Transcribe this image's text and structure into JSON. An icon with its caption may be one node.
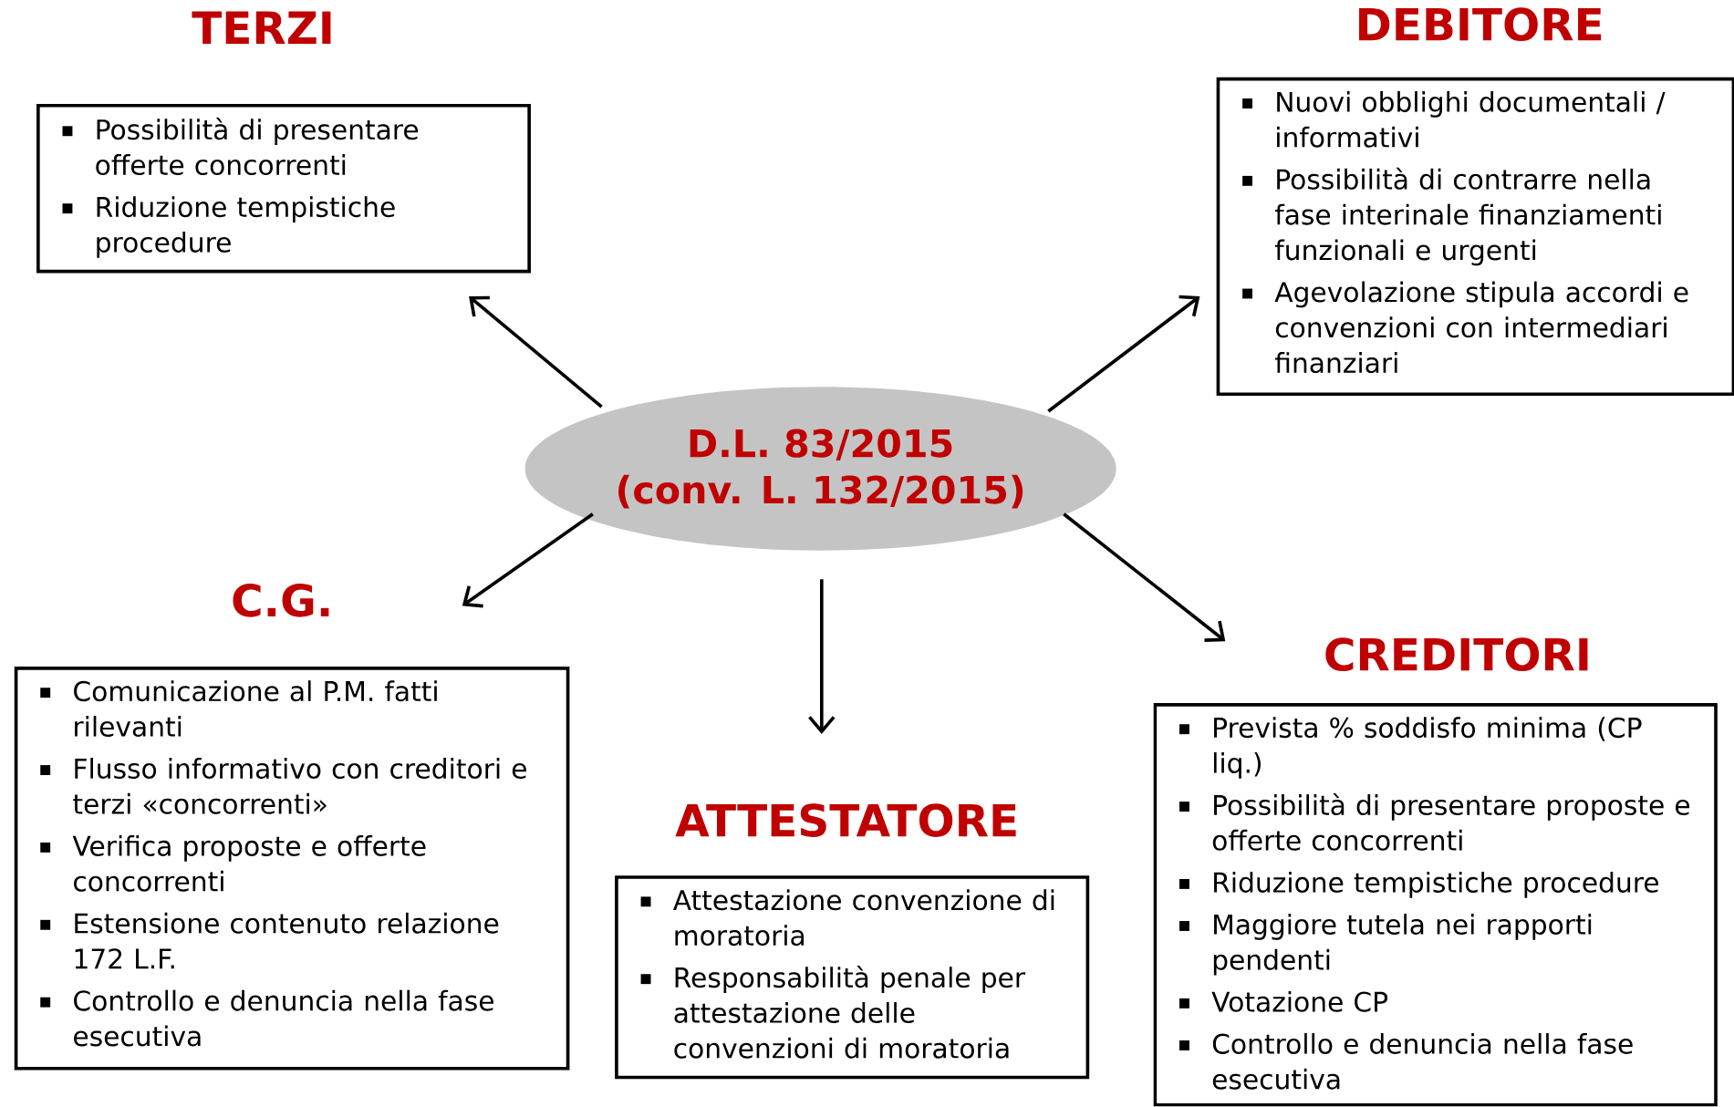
{
  "diagram": {
    "nodes": [
      {
        "text": [
          "TERZI",
          "Possibilità di presentare offerte concorrenti",
          "Riduzione tempistiche procedure"
        ]
      },
      {
        "text": [
          "DEBITORE",
          "Nuovi obblighi documentali / informativi",
          "Possibilità di contrarre nella fase interinale finanziamenti funzionali e urgenti",
          "Agevolazione stipula accordi e convenzioni con intermediari finanziari"
        ]
      },
      {
        "text": [
          "D.L. 83/2015",
          "(conv. L. 132/2015)"
        ]
      },
      {
        "text": [
          "C.G.",
          "Comunicazione al P.M. fatti rilevanti",
          "Flusso informativo con creditori e terzi «concorrenti»",
          "Verifica proposte e offerte concorrenti",
          "Estensione contenuto relazione 172 L.F.",
          "Controllo e denuncia nella fase esecutiva"
        ]
      },
      {
        "text": [
          "ATTESTATORE",
          "Attestazione convenzione di moratoria",
          "Responsabilità penale per attestazione delle convenzioni di moratoria"
        ]
      },
      {
        "text": [
          "CREDITORI",
          "Prevista % soddisfo minima (CP liq.)",
          "Possibilità di presentare proposte e offerte concorrenti",
          "Riduzione tempistiche procedure",
          "Maggiore tutela nei rapporti pendenti",
          "Votazione CP",
          "Controllo e denuncia nella fase esecutiva"
        ]
      }
    ],
    "edges": [
      {
        "from": 2,
        "to": 0,
        "arrow": "to"
      },
      {
        "from": 2,
        "to": 1,
        "arrow": "to"
      },
      {
        "from": 2,
        "to": 3,
        "arrow": "to"
      },
      {
        "from": 2,
        "to": 4,
        "arrow": "to"
      },
      {
        "from": 2,
        "to": 5,
        "arrow": "to"
      }
    ]
  }
}
